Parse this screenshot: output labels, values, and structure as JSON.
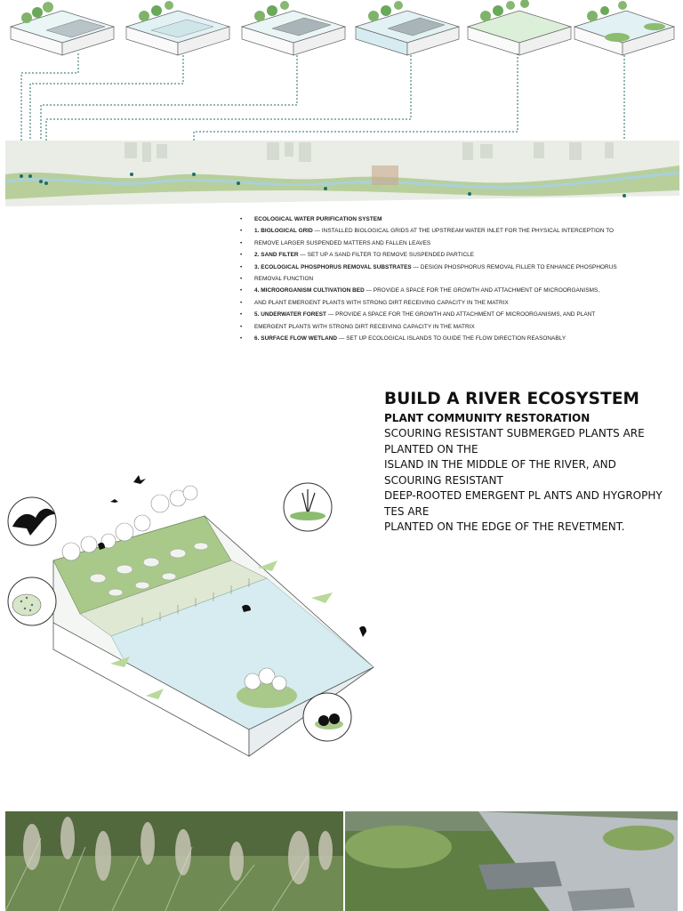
{
  "purification": {
    "bullet": "•",
    "items": [
      {
        "strong": "Ecological water purification system",
        "text": ""
      },
      {
        "strong": "1. Biological grid",
        "text": " — installed biological grids at the upstream water inlet for the physical interception to"
      },
      {
        "strong": "",
        "text": "remove larger suspended matters and fallen leaves"
      },
      {
        "strong": "2. Sand filter",
        "text": " — set up a sand filter to remove suspended particle"
      },
      {
        "strong": "3. Ecological phosphorus removal substrates",
        "text": " — design phosphorus removal filler to enhance phosphorus"
      },
      {
        "strong": "",
        "text": "removal function"
      },
      {
        "strong": "4. Microorganism cultivation bed",
        "text": " — provide a space for the growth and attachment of microorganisms,"
      },
      {
        "strong": "",
        "text": "and plant emergent plants with strong dirt receiving capacity in the matrix"
      },
      {
        "strong": "5. Underwater forest",
        "text": " — provide a space for the growth and attachment of microorganisms, and plant"
      },
      {
        "strong": "",
        "text": "emergent plants with strong dirt receiving capacity in the matrix"
      },
      {
        "strong": "6. Surface flow wetland",
        "text": " — set up ecological islands to guide the flow direction reasonably"
      }
    ]
  },
  "ecosystem": {
    "title": "BUILD A RIVER ECOSYSTEM",
    "subtitle": "PLANT COMMUNITY RESTORATION",
    "lines": [
      "SCOURING RESISTANT SUBMERGED PLANTS ARE",
      "PLANTED ON THE",
      "ISLAND IN THE MIDDLE OF THE RIVER, AND",
      "SCOURING RESISTANT",
      "DEEP-ROOTED EMERGENT PL ANTS AND HYGROPHY",
      "TES ARE",
      "PLANTED ON THE EDGE OF THE REVETMENT."
    ]
  },
  "icons": {
    "top_left": "bird-icon",
    "left_middle": "seed-dispersal-icon",
    "top_right": "emergent-plant-icon",
    "bottom_right": "island-trees-icon"
  },
  "colors": {
    "leader_line": "#1f6e66",
    "grass": "#a9c98a",
    "water": "#d6ecf0",
    "photo_left": "#6f8a52",
    "photo_right": "#5e7e44"
  }
}
